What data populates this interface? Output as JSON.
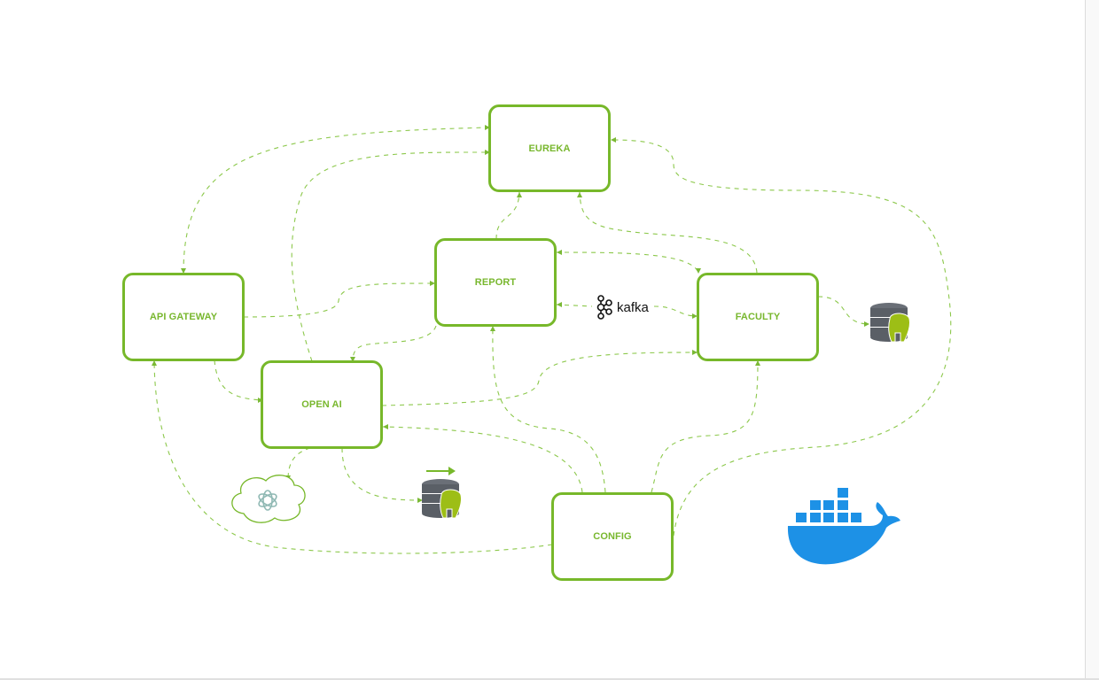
{
  "diagram": {
    "nodes": {
      "eureka": "EUREKA",
      "report": "REPORT",
      "api_gateway": "API GATEWAY",
      "faculty": "FACULTY",
      "open_ai": "OPEN AI",
      "config": "CONFIG"
    },
    "kafka_label": "kafka",
    "icons": [
      "kafka-logo",
      "postgres-database-icon",
      "openai-cloud-icon",
      "docker-whale-icon"
    ],
    "colors": {
      "node_border": "#77b82a",
      "node_text": "#78b72e",
      "edge": "#8cc84b",
      "docker": "#1d91e6",
      "db_body": "#5a5f66",
      "postgres_elephant": "#9dbe16"
    }
  }
}
